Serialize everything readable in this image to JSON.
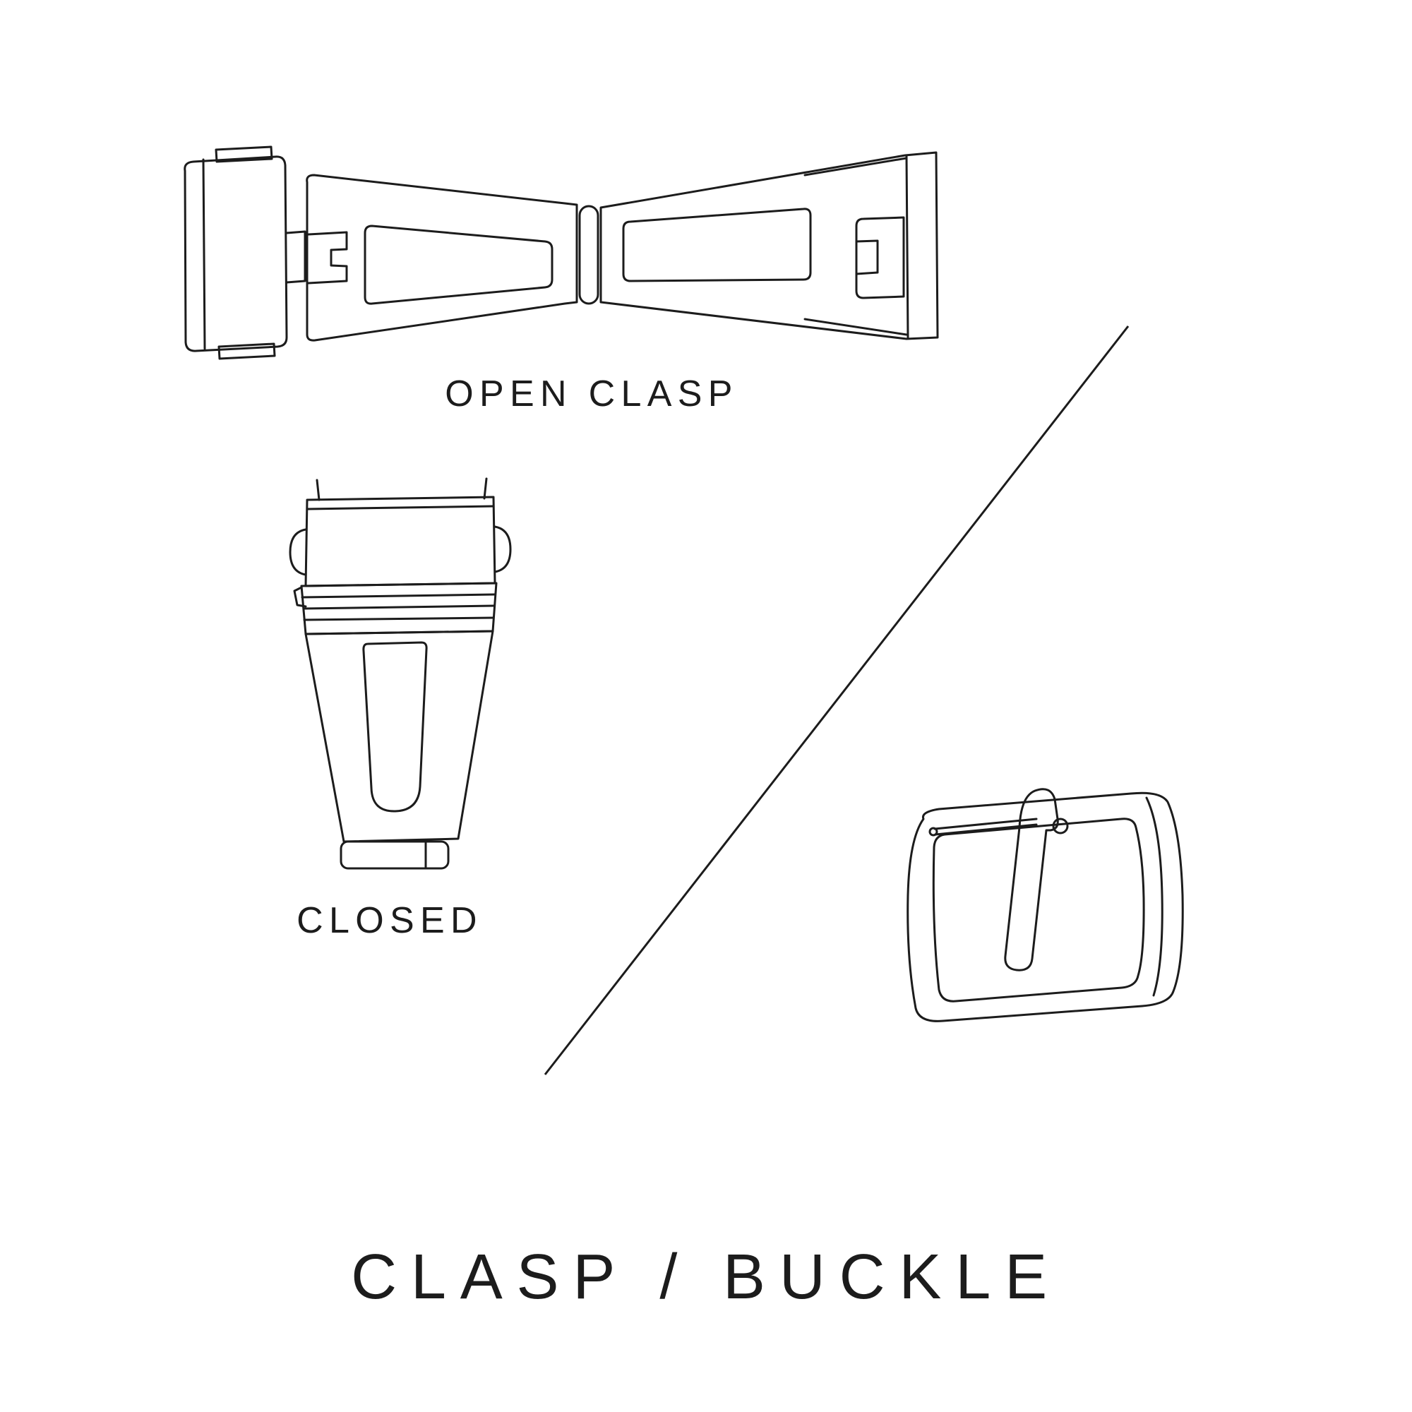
{
  "title": "CLASP / BUCKLE",
  "labels": {
    "open_clasp": "OPEN CLASP",
    "closed": "CLOSED"
  },
  "illustrations": [
    {
      "name": "open-clasp-illustration",
      "caption": "OPEN CLASP"
    },
    {
      "name": "closed-clasp-illustration",
      "caption": "CLOSED"
    },
    {
      "name": "buckle-illustration",
      "caption": ""
    }
  ],
  "colors": {
    "line": "#1c1c1c",
    "text": "#1c1c1c",
    "background": "#ffffff"
  }
}
